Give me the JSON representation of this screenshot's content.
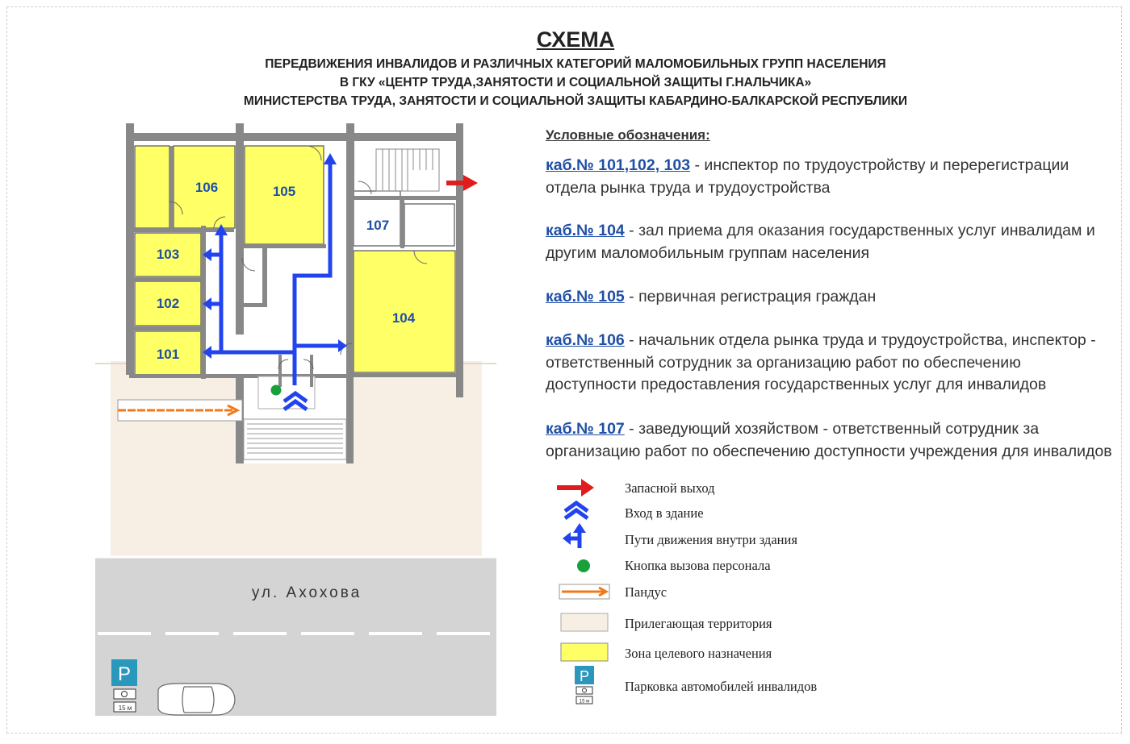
{
  "header": {
    "title": "СХЕМА",
    "line1": "ПЕРЕДВИЖЕНИЯ ИНВАЛИДОВ И РАЗЛИЧНЫХ КАТЕГОРИЙ МАЛОМОБИЛЬНЫХ ГРУПП НАСЕЛЕНИЯ",
    "line2": "В ГКУ «ЦЕНТР ТРУДА,ЗАНЯТОСТИ И СОЦИАЛЬНОЙ ЗАЩИТЫ Г.НАЛЬЧИКА»",
    "line3": "МИНИСТЕРСТВА ТРУДА, ЗАНЯТОСТИ И СОЦИАЛЬНОЙ ЗАЩИТЫ КАБАРДИНО-БАЛКАРСКОЙ РЕСПУБЛИКИ"
  },
  "plan": {
    "rooms": {
      "r106": "106",
      "r105": "105",
      "r103": "103",
      "r102": "102",
      "r101": "101",
      "r107": "107",
      "r104": "104"
    },
    "street": "ул. Ахохова",
    "parking_distance": "15 м",
    "parking_letter": "P"
  },
  "legend": {
    "heading": "Условные обозначения:",
    "items": [
      {
        "key": "каб.№ 101,102, 103",
        "text": " - инспектор по трудоустройству и перерегистрации отдела рынка труда и трудоустройства"
      },
      {
        "key": "каб.№ 104",
        "text": " - зал приема для оказания государственных услуг инвалидам и другим маломобильным группам населения"
      },
      {
        "key": "каб.№ 105",
        "text": " - первичная регистрация граждан"
      },
      {
        "key": "каб.№ 106",
        "text": " - начальник отдела рынка труда и трудоустройства, инспектор - ответственный сотрудник за организацию работ по обеспечению доступности предоставления государственных услуг для инвалидов"
      },
      {
        "key": "каб.№ 107",
        "text": " - заведующий хозяйством - ответственный сотрудник за организацию работ по обеспечению доступности учреждения для инвалидов"
      }
    ],
    "symbols": [
      {
        "icon": "red-arrow-icon",
        "label": "Запасной выход"
      },
      {
        "icon": "double-chevron-icon",
        "label": "Вход в здание"
      },
      {
        "icon": "route-arrows-icon",
        "label": "Пути движения внутри здания"
      },
      {
        "icon": "green-dot-icon",
        "label": "Кнопка вызова персонала"
      },
      {
        "icon": "ramp-icon",
        "label": "Пандус"
      },
      {
        "icon": "territory-swatch-icon",
        "label": "Прилегающая территория"
      },
      {
        "icon": "target-zone-swatch-icon",
        "label": "Зона целевого назначения"
      },
      {
        "icon": "parking-sign-icon",
        "label": "Парковка автомобилей инвалидов"
      }
    ]
  },
  "colors": {
    "room_fill": "#ffff66",
    "territory": "#f7efe3",
    "route": "#2244ee",
    "exit": "#e01c1c",
    "ramp": "#f07a1a",
    "button": "#18a13a",
    "road": "#d4d4d4",
    "parking": "#2a97bd"
  }
}
